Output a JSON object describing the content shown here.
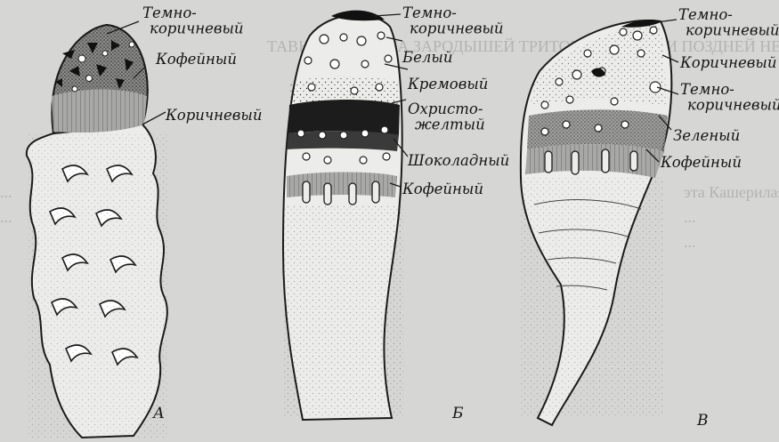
{
  "figure": {
    "header_ghost_text": "ТАВНАЯ ОКРАСКА ЗАРОДЫШЕЙ ТРИТОНА В СТАДИИ ПОЗДНЕЙ НЕЙРУЛЫ",
    "left_column_text": [
      "...",
      "..."
    ],
    "right_column_text": [
      "эта Кашерилая",
      "...",
      "..."
    ],
    "panels": [
      {
        "letter": "А",
        "labels": [
          "Темно-\nкоричневый",
          "Кофейный",
          "Коричневый"
        ]
      },
      {
        "letter": "Б",
        "labels": [
          "Темно-\nкоричневый",
          "Белый",
          "Кремовый",
          "Охристо-\nжелтый",
          "Шоколадный",
          "Кофейный"
        ]
      },
      {
        "letter": "В",
        "labels": [
          "Темно-\nкоричневый",
          "Коричневый",
          "Темно-\nкоричневый",
          "Зеленый",
          "Кофейный"
        ]
      }
    ]
  },
  "colors": {
    "paper": "#d6d6d4",
    "ink": "#151515",
    "bleed_text": "#b3b3b1"
  }
}
